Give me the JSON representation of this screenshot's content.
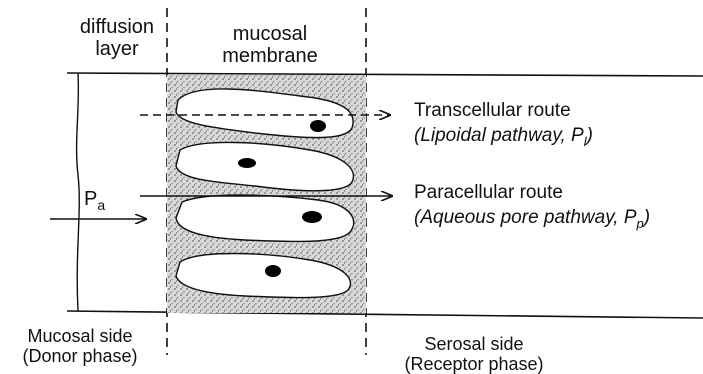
{
  "headers": {
    "diffusion_line1": "diffusion",
    "diffusion_line2": "layer",
    "membrane_line1": "mucosal",
    "membrane_line2": "membrane"
  },
  "routes": {
    "transcellular_title": "Transcellular route",
    "transcellular_detail": "(Lipoidal pathway, P",
    "transcellular_sub": "l",
    "transcellular_close": ")",
    "paracellular_title": "Paracellular route",
    "paracellular_detail": "(Aqueous pore pathway, P",
    "paracellular_sub": "p",
    "paracellular_close": ")"
  },
  "flux": {
    "symbol": "P",
    "sub": "a"
  },
  "sides": {
    "mucosal_line1": "Mucosal side",
    "mucosal_line2": "(Donor phase)",
    "serosal_line1": "Serosal side",
    "serosal_line2": "(Receptor phase)"
  },
  "colors": {
    "ink": "#111111",
    "stipple": "#b8b8b8",
    "nucleus": "#000000"
  }
}
